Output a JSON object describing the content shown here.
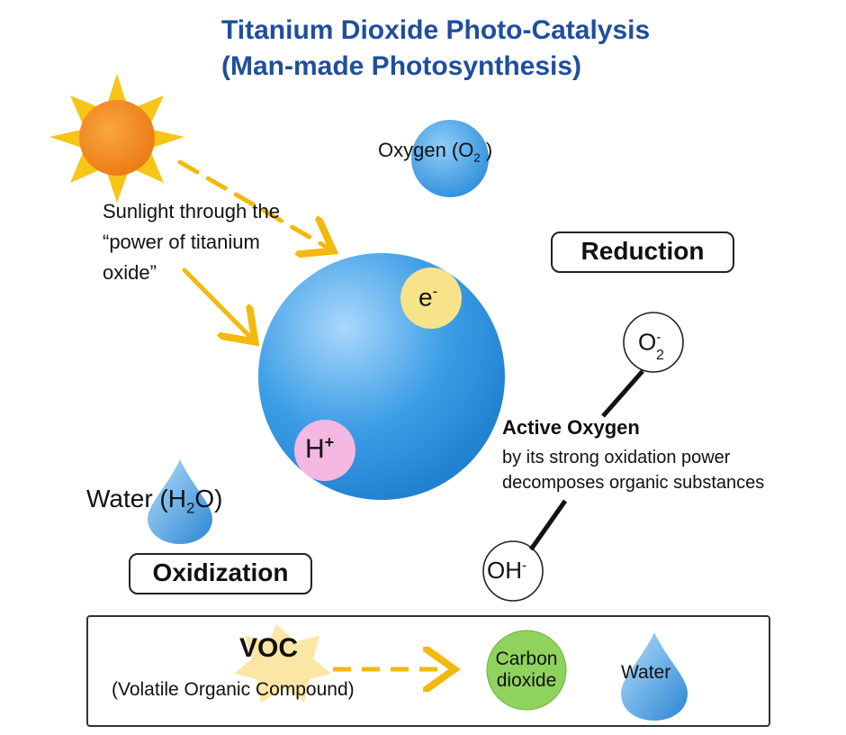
{
  "title": {
    "line1": "Titanium Dioxide Photo-Catalysis",
    "line2": "(Man-made Photosynthesis)"
  },
  "sunlight_label": {
    "line1": "Sunlight through the",
    "line2": "“power of titanium",
    "line3": "oxide”"
  },
  "oxygen": {
    "label": "Oxygen (O",
    "sub": "2",
    "suffix": " )"
  },
  "reduction_label": "Reduction",
  "oxidization_label": "Oxidization",
  "electron": {
    "base": "e",
    "sup": "-"
  },
  "hydrogen_ion": {
    "base": "H",
    "sup": "+"
  },
  "superoxide": {
    "base": "O",
    "sup": "-",
    "sub": "2"
  },
  "hydroxide": {
    "base": "OH",
    "sup": "-"
  },
  "water_h2o": {
    "prefix": "Water (H",
    "sub": "2",
    "suffix": "O)"
  },
  "active_oxygen": {
    "title": "Active Oxygen",
    "line1": "by its strong oxidation power",
    "line2": "decomposes organic substances"
  },
  "voc": {
    "label": "VOC",
    "full": "(Volatile Organic Compound)"
  },
  "carbon_dioxide": {
    "line1": "Carbon",
    "line2": "dioxide"
  },
  "water_drop_label": "Water",
  "colors": {
    "title_blue": "#1f4e9c",
    "arrow_yellow": "#f2b90f",
    "sun_orange": "#f08a1c",
    "sun_ray_yellow": "#f7c418",
    "sphere_blue": "#3d9ee6",
    "electron_yellow": "#f7e38a",
    "hplus_pink": "#f5b8e0",
    "co2_green": "#8fd35d",
    "voc_star": "#fbe6a6"
  },
  "icons": [
    "sun-icon",
    "water-drop-icon",
    "voc-star-icon"
  ]
}
